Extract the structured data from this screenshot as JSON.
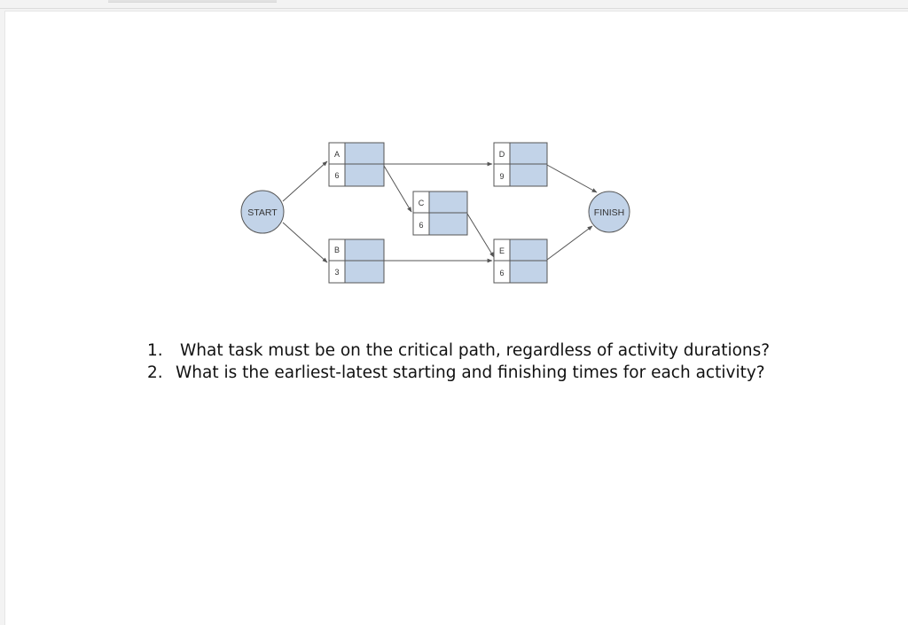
{
  "diagram": {
    "start_label": "START",
    "finish_label": "FINISH",
    "activities": [
      {
        "id": "A",
        "duration": "6"
      },
      {
        "id": "B",
        "duration": "3"
      },
      {
        "id": "C",
        "duration": "6"
      },
      {
        "id": "D",
        "duration": "9"
      },
      {
        "id": "E",
        "duration": "6"
      }
    ],
    "edges": [
      [
        "START",
        "A"
      ],
      [
        "START",
        "B"
      ],
      [
        "A",
        "D"
      ],
      [
        "A",
        "C"
      ],
      [
        "C",
        "E"
      ],
      [
        "B",
        "E"
      ],
      [
        "D",
        "FINISH"
      ],
      [
        "E",
        "FINISH"
      ]
    ],
    "colors": {
      "node_fill": "#c2d3e8",
      "node_stroke": "#555555",
      "edge": "#555555"
    }
  },
  "questions": [
    {
      "number": "1.",
      "text": "What task must be on the critical path, regardless of activity durations?"
    },
    {
      "number": "2.",
      "text": "What is the earliest-latest starting and finishing times for each activity?"
    }
  ]
}
